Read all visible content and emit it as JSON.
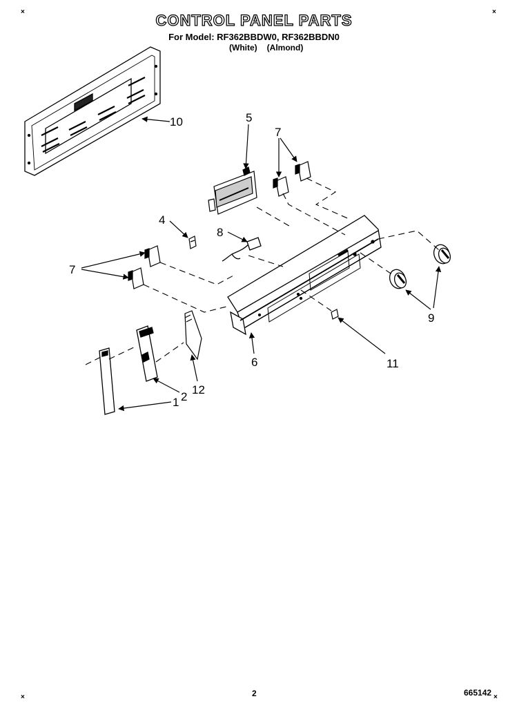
{
  "header": {
    "title": "CONTROL PANEL PARTS",
    "model_line": "For Model: RF362BBDW0, RF362BBDN0",
    "color_white": "(White)",
    "color_almond": "(Almond)"
  },
  "callouts": {
    "c1": "1",
    "c2": "2",
    "c4": "4",
    "c5": "5",
    "c6": "6",
    "c7a": "7",
    "c7b": "7",
    "c8": "8",
    "c9": "9",
    "c10": "10",
    "c11": "11",
    "c12": "12"
  },
  "corner_mark": "×",
  "footer": {
    "page_number": "2",
    "doc_number": "665142"
  }
}
